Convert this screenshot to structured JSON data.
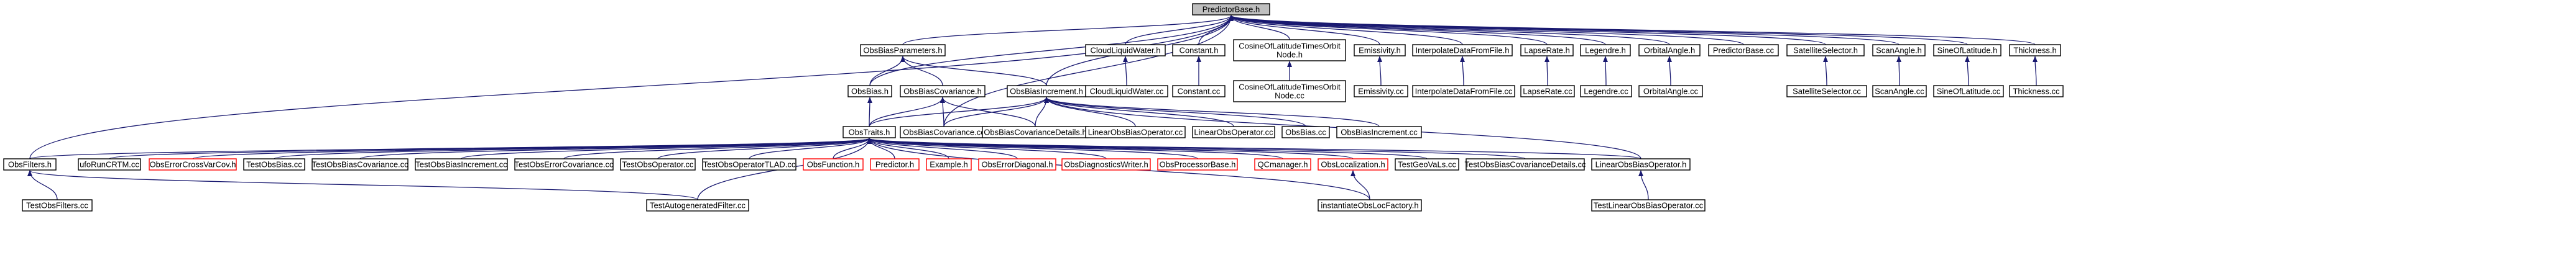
{
  "graph": {
    "edge_color": "#191970",
    "root_fill": "#bfbfbf",
    "nodes": [
      {
        "id": "PredictorBase.h",
        "lines": [
          "PredictorBase.h"
        ],
        "border": "black",
        "root": true
      },
      {
        "id": "ObsBiasParameters.h",
        "lines": [
          "ObsBiasParameters.h"
        ],
        "border": "black"
      },
      {
        "id": "CloudLiquidWater.h",
        "lines": [
          "CloudLiquidWater.h"
        ],
        "border": "black"
      },
      {
        "id": "Constant.h",
        "lines": [
          "Constant.h"
        ],
        "border": "black"
      },
      {
        "id": "CosineOfLatitudeTimesOrbitNode.h",
        "lines": [
          "CosineOfLatitudeTimesOrbit",
          "Node.h"
        ],
        "border": "black"
      },
      {
        "id": "Emissivity.h",
        "lines": [
          "Emissivity.h"
        ],
        "border": "black"
      },
      {
        "id": "InterpolateDataFromFile.h",
        "lines": [
          "InterpolateDataFromFile.h"
        ],
        "border": "black"
      },
      {
        "id": "LapseRate.h",
        "lines": [
          "LapseRate.h"
        ],
        "border": "black"
      },
      {
        "id": "Legendre.h",
        "lines": [
          "Legendre.h"
        ],
        "border": "black"
      },
      {
        "id": "OrbitalAngle.h",
        "lines": [
          "OrbitalAngle.h"
        ],
        "border": "black"
      },
      {
        "id": "PredictorBase.cc",
        "lines": [
          "PredictorBase.cc"
        ],
        "border": "black"
      },
      {
        "id": "SatelliteSelector.h",
        "lines": [
          "SatelliteSelector.h"
        ],
        "border": "black"
      },
      {
        "id": "ScanAngle.h",
        "lines": [
          "ScanAngle.h"
        ],
        "border": "black"
      },
      {
        "id": "SineOfLatitude.h",
        "lines": [
          "SineOfLatitude.h"
        ],
        "border": "black"
      },
      {
        "id": "Thickness.h",
        "lines": [
          "Thickness.h"
        ],
        "border": "black"
      },
      {
        "id": "CloudLiquidWater.cc",
        "lines": [
          "CloudLiquidWater.cc"
        ],
        "border": "black"
      },
      {
        "id": "Constant.cc",
        "lines": [
          "Constant.cc"
        ],
        "border": "black"
      },
      {
        "id": "CosineOfLatitudeTimesOrbitNode.cc",
        "lines": [
          "CosineOfLatitudeTimesOrbit",
          "Node.cc"
        ],
        "border": "black"
      },
      {
        "id": "Emissivity.cc",
        "lines": [
          "Emissivity.cc"
        ],
        "border": "black"
      },
      {
        "id": "InterpolateDataFromFile.cc",
        "lines": [
          "InterpolateDataFromFile.cc"
        ],
        "border": "black"
      },
      {
        "id": "LapseRate.cc",
        "lines": [
          "LapseRate.cc"
        ],
        "border": "black"
      },
      {
        "id": "Legendre.cc",
        "lines": [
          "Legendre.cc"
        ],
        "border": "black"
      },
      {
        "id": "OrbitalAngle.cc",
        "lines": [
          "OrbitalAngle.cc"
        ],
        "border": "black"
      },
      {
        "id": "SatelliteSelector.cc",
        "lines": [
          "SatelliteSelector.cc"
        ],
        "border": "black"
      },
      {
        "id": "ScanAngle.cc",
        "lines": [
          "ScanAngle.cc"
        ],
        "border": "black"
      },
      {
        "id": "SineOfLatitude.cc",
        "lines": [
          "SineOfLatitude.cc"
        ],
        "border": "black"
      },
      {
        "id": "Thickness.cc",
        "lines": [
          "Thickness.cc"
        ],
        "border": "black"
      },
      {
        "id": "ObsBias.h",
        "lines": [
          "ObsBias.h"
        ],
        "border": "black"
      },
      {
        "id": "ObsBiasCovariance.h",
        "lines": [
          "ObsBiasCovariance.h"
        ],
        "border": "black"
      },
      {
        "id": "ObsBiasIncrement.h",
        "lines": [
          "ObsBiasIncrement.h"
        ],
        "border": "black"
      },
      {
        "id": "ObsTraits.h",
        "lines": [
          "ObsTraits.h"
        ],
        "border": "black"
      },
      {
        "id": "ObsBiasCovariance.cc",
        "lines": [
          "ObsBiasCovariance.cc"
        ],
        "border": "black"
      },
      {
        "id": "ObsBiasCovarianceDetails.h",
        "lines": [
          "ObsBiasCovarianceDetails.h"
        ],
        "border": "black"
      },
      {
        "id": "LinearObsBiasOperator.cc",
        "lines": [
          "LinearObsBiasOperator.cc"
        ],
        "border": "black"
      },
      {
        "id": "LinearObsOperator.cc",
        "lines": [
          "LinearObsOperator.cc"
        ],
        "border": "black"
      },
      {
        "id": "ObsBias.cc",
        "lines": [
          "ObsBias.cc"
        ],
        "border": "black"
      },
      {
        "id": "ObsBiasIncrement.cc",
        "lines": [
          "ObsBiasIncrement.cc"
        ],
        "border": "black"
      },
      {
        "id": "ObsFilters.h",
        "lines": [
          "ObsFilters.h"
        ],
        "border": "black"
      },
      {
        "id": "ufoRunCRTM.cc",
        "lines": [
          "ufoRunCRTM.cc"
        ],
        "border": "black"
      },
      {
        "id": "ObsErrorCrossVarCov.h",
        "lines": [
          "ObsErrorCrossVarCov.h"
        ],
        "border": "red"
      },
      {
        "id": "TestObsBias.cc",
        "lines": [
          "TestObsBias.cc"
        ],
        "border": "black"
      },
      {
        "id": "TestObsBiasCovariance.cc",
        "lines": [
          "TestObsBiasCovariance.cc"
        ],
        "border": "black"
      },
      {
        "id": "TestObsBiasIncrement.cc",
        "lines": [
          "TestObsBiasIncrement.cc"
        ],
        "border": "black"
      },
      {
        "id": "TestObsErrorCovariance.cc",
        "lines": [
          "TestObsErrorCovariance.cc"
        ],
        "border": "black"
      },
      {
        "id": "TestObsOperator.cc",
        "lines": [
          "TestObsOperator.cc"
        ],
        "border": "black"
      },
      {
        "id": "TestObsOperatorTLAD.cc",
        "lines": [
          "TestObsOperatorTLAD.cc"
        ],
        "border": "black"
      },
      {
        "id": "ObsFunction.h",
        "lines": [
          "ObsFunction.h"
        ],
        "border": "red"
      },
      {
        "id": "Predictor.h",
        "lines": [
          "Predictor.h"
        ],
        "border": "red"
      },
      {
        "id": "Example.h",
        "lines": [
          "Example.h"
        ],
        "border": "red"
      },
      {
        "id": "ObsErrorDiagonal.h",
        "lines": [
          "ObsErrorDiagonal.h"
        ],
        "border": "red"
      },
      {
        "id": "ObsDiagnosticsWriter.h",
        "lines": [
          "ObsDiagnosticsWriter.h"
        ],
        "border": "red"
      },
      {
        "id": "ObsProcessorBase.h",
        "lines": [
          "ObsProcessorBase.h"
        ],
        "border": "red"
      },
      {
        "id": "QCmanager.h",
        "lines": [
          "QCmanager.h"
        ],
        "border": "red"
      },
      {
        "id": "ObsLocalization.h",
        "lines": [
          "ObsLocalization.h"
        ],
        "border": "red"
      },
      {
        "id": "TestGeoVaLs.cc",
        "lines": [
          "TestGeoVaLs.cc"
        ],
        "border": "black"
      },
      {
        "id": "TestObsBiasCovarianceDetails.cc",
        "lines": [
          "TestObsBiasCovarianceDetails.cc"
        ],
        "border": "black"
      },
      {
        "id": "LinearObsBiasOperator.h",
        "lines": [
          "LinearObsBiasOperator.h"
        ],
        "border": "black"
      },
      {
        "id": "TestObsFilters.cc",
        "lines": [
          "TestObsFilters.cc"
        ],
        "border": "black"
      },
      {
        "id": "TestAutogeneratedFilter.cc",
        "lines": [
          "TestAutogeneratedFilter.cc"
        ],
        "border": "black"
      },
      {
        "id": "instantiateObsLocFactory.h",
        "lines": [
          "instantiateObsLocFactory.h"
        ],
        "border": "black"
      },
      {
        "id": "TestLinearObsBiasOperator.cc",
        "lines": [
          "TestLinearObsBiasOperator.cc"
        ],
        "border": "black"
      }
    ],
    "edges": [
      [
        "PredictorBase.h",
        "ObsBiasParameters.h"
      ],
      [
        "PredictorBase.h",
        "CloudLiquidWater.h"
      ],
      [
        "PredictorBase.h",
        "Constant.h"
      ],
      [
        "PredictorBase.h",
        "CosineOfLatitudeTimesOrbitNode.h"
      ],
      [
        "PredictorBase.h",
        "Emissivity.h"
      ],
      [
        "PredictorBase.h",
        "InterpolateDataFromFile.h"
      ],
      [
        "PredictorBase.h",
        "LapseRate.h"
      ],
      [
        "PredictorBase.h",
        "Legendre.h"
      ],
      [
        "PredictorBase.h",
        "OrbitalAngle.h"
      ],
      [
        "PredictorBase.h",
        "PredictorBase.cc"
      ],
      [
        "PredictorBase.h",
        "SatelliteSelector.h"
      ],
      [
        "PredictorBase.h",
        "ScanAngle.h"
      ],
      [
        "PredictorBase.h",
        "SineOfLatitude.h"
      ],
      [
        "PredictorBase.h",
        "Thickness.h"
      ],
      [
        "PredictorBase.h",
        "ObsBias.h"
      ],
      [
        "PredictorBase.h",
        "ObsBiasIncrement.h"
      ],
      [
        "PredictorBase.h",
        "ObsBiasCovariance.cc"
      ],
      [
        "PredictorBase.h",
        "ObsFilters.h"
      ],
      [
        "CloudLiquidWater.h",
        "CloudLiquidWater.cc"
      ],
      [
        "Constant.h",
        "Constant.cc"
      ],
      [
        "CosineOfLatitudeTimesOrbitNode.h",
        "CosineOfLatitudeTimesOrbitNode.cc"
      ],
      [
        "Emissivity.h",
        "Emissivity.cc"
      ],
      [
        "InterpolateDataFromFile.h",
        "InterpolateDataFromFile.cc"
      ],
      [
        "LapseRate.h",
        "LapseRate.cc"
      ],
      [
        "Legendre.h",
        "Legendre.cc"
      ],
      [
        "OrbitalAngle.h",
        "OrbitalAngle.cc"
      ],
      [
        "SatelliteSelector.h",
        "SatelliteSelector.cc"
      ],
      [
        "ScanAngle.h",
        "ScanAngle.cc"
      ],
      [
        "SineOfLatitude.h",
        "SineOfLatitude.cc"
      ],
      [
        "Thickness.h",
        "Thickness.cc"
      ],
      [
        "ObsBiasParameters.h",
        "ObsBias.h"
      ],
      [
        "ObsBiasParameters.h",
        "ObsBiasCovariance.h"
      ],
      [
        "ObsBiasParameters.h",
        "ObsBiasIncrement.h"
      ],
      [
        "ObsBias.h",
        "ObsTraits.h"
      ],
      [
        "ObsBiasCovariance.h",
        "ObsTraits.h"
      ],
      [
        "ObsBiasCovariance.h",
        "ObsBiasCovariance.cc"
      ],
      [
        "ObsBiasCovariance.h",
        "ObsBiasCovarianceDetails.h"
      ],
      [
        "ObsBiasIncrement.h",
        "ObsTraits.h"
      ],
      [
        "ObsBiasIncrement.h",
        "ObsBiasCovariance.cc"
      ],
      [
        "ObsBiasIncrement.h",
        "ObsBiasCovarianceDetails.h"
      ],
      [
        "ObsBiasIncrement.h",
        "LinearObsBiasOperator.cc"
      ],
      [
        "ObsBiasIncrement.h",
        "LinearObsOperator.cc"
      ],
      [
        "ObsBiasIncrement.h",
        "ObsBias.cc"
      ],
      [
        "ObsBiasIncrement.h",
        "ObsBiasIncrement.cc"
      ],
      [
        "ObsBiasIncrement.h",
        "LinearObsBiasOperator.h"
      ],
      [
        "ObsTraits.h",
        "ObsFilters.h"
      ],
      [
        "ObsTraits.h",
        "ufoRunCRTM.cc"
      ],
      [
        "ObsTraits.h",
        "ObsErrorCrossVarCov.h"
      ],
      [
        "ObsTraits.h",
        "TestObsBias.cc"
      ],
      [
        "ObsTraits.h",
        "TestObsBiasCovariance.cc"
      ],
      [
        "ObsTraits.h",
        "TestObsBiasIncrement.cc"
      ],
      [
        "ObsTraits.h",
        "TestObsErrorCovariance.cc"
      ],
      [
        "ObsTraits.h",
        "TestObsOperator.cc"
      ],
      [
        "ObsTraits.h",
        "TestObsOperatorTLAD.cc"
      ],
      [
        "ObsTraits.h",
        "ObsFunction.h"
      ],
      [
        "ObsTraits.h",
        "Predictor.h"
      ],
      [
        "ObsTraits.h",
        "Example.h"
      ],
      [
        "ObsTraits.h",
        "ObsErrorDiagonal.h"
      ],
      [
        "ObsTraits.h",
        "ObsDiagnosticsWriter.h"
      ],
      [
        "ObsTraits.h",
        "ObsProcessorBase.h"
      ],
      [
        "ObsTraits.h",
        "QCmanager.h"
      ],
      [
        "ObsTraits.h",
        "ObsLocalization.h"
      ],
      [
        "ObsTraits.h",
        "TestGeoVaLs.cc"
      ],
      [
        "ObsTraits.h",
        "TestObsBiasCovarianceDetails.cc"
      ],
      [
        "ObsTraits.h",
        "LinearObsBiasOperator.h"
      ],
      [
        "ObsTraits.h",
        "TestAutogeneratedFilter.cc"
      ],
      [
        "ObsTraits.h",
        "instantiateObsLocFactory.h"
      ],
      [
        "ObsFilters.h",
        "TestObsFilters.cc"
      ],
      [
        "ObsFilters.h",
        "TestAutogeneratedFilter.cc"
      ],
      [
        "ObsLocalization.h",
        "instantiateObsLocFactory.h"
      ],
      [
        "LinearObsBiasOperator.h",
        "TestLinearObsBiasOperator.cc"
      ]
    ]
  }
}
